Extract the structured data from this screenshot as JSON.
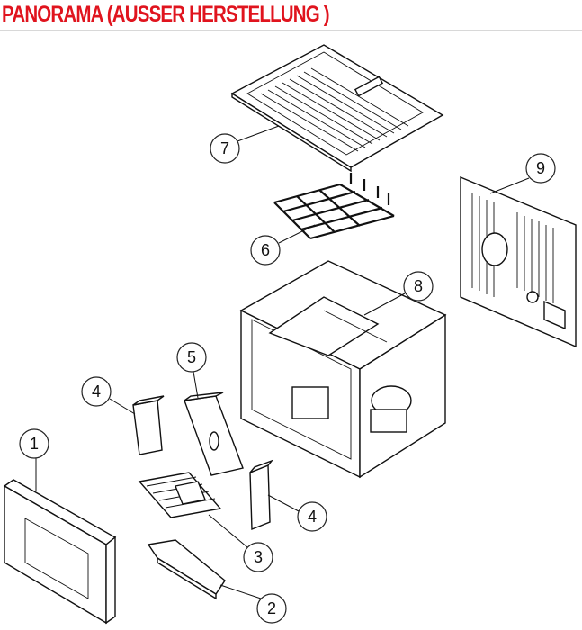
{
  "title": "PANORAMA (AUSSER HERSTELLUNG )",
  "callouts": {
    "c7": "7",
    "c9": "9",
    "c6": "6",
    "c8": "8",
    "c5": "5",
    "c4a": "4",
    "c1": "1",
    "c4b": "4",
    "c3": "3",
    "c2": "2"
  }
}
